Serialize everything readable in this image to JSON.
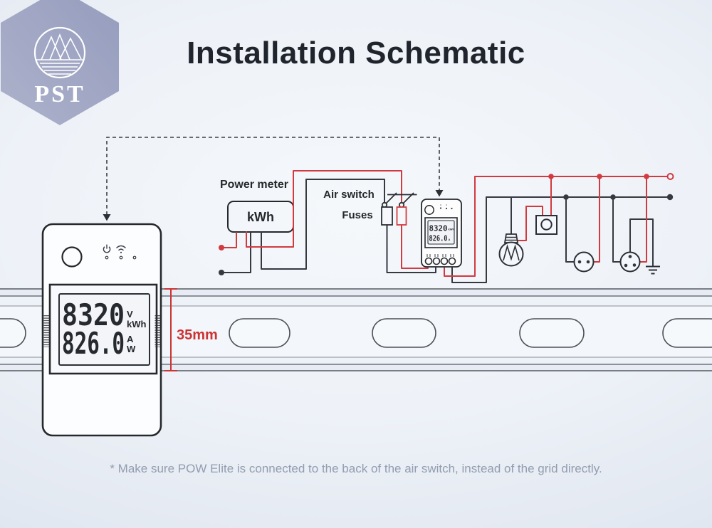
{
  "logo": {
    "text": "PST"
  },
  "title": "Installation Schematic",
  "diagram": {
    "power_meter": {
      "label": "Power meter",
      "unit": "kWh"
    },
    "air_switch_label": "Air switch",
    "fuses_label": "Fuses",
    "mini_display": {
      "line1": "8320",
      "line1_unit": "kWh",
      "line2": "826.0",
      "line2_unit": "A"
    }
  },
  "device_display": {
    "line1": "8320",
    "line1_unit_top": "V",
    "line1_unit_bottom": "kWh",
    "line2": "826.0",
    "line2_unit_top": "A",
    "line2_unit_bottom": "W"
  },
  "din_rail": {
    "dimension": "35mm"
  },
  "footnote": "* Make sure POW Elite is connected to the back of the air switch, instead of the grid directly.",
  "colors": {
    "live_wire_red": "#d23a3f",
    "neutral_wire_dark": "#363a40",
    "dimension_red": "#cc3333",
    "logo_hexagon": "#9ba2c2",
    "background_edge": "#d3dce9",
    "title_text": "#20252d",
    "footnote_text": "#929daf"
  }
}
